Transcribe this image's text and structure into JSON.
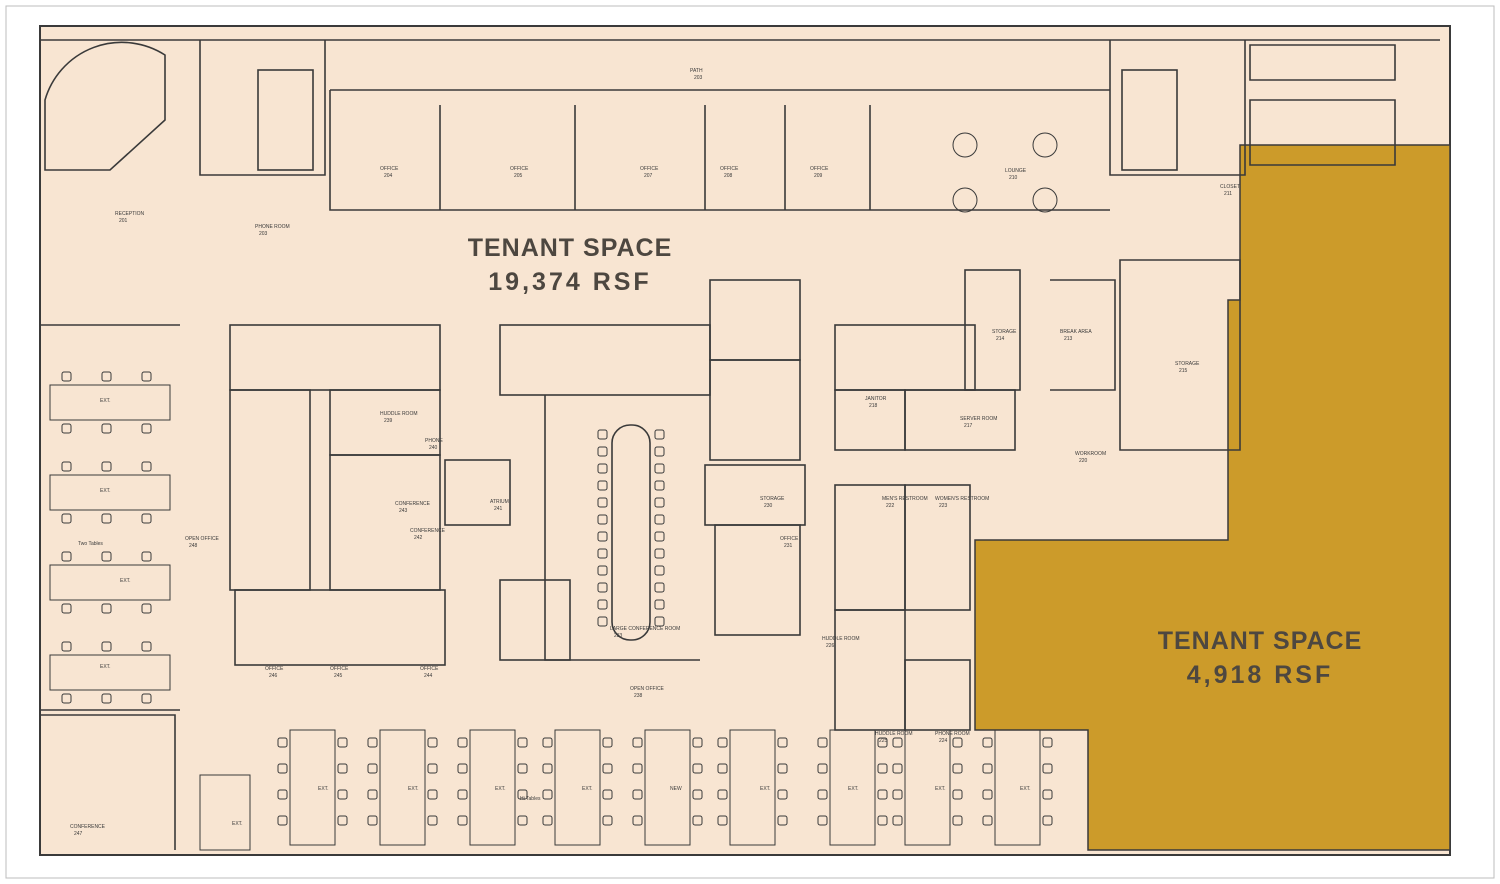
{
  "colors": {
    "floor": "#f8e5d2",
    "highlight": "#cc9b2a",
    "walls": "#3a3a3a",
    "label_text": "#4d4740",
    "background": "#ffffff"
  },
  "tenant_space_1": {
    "title": "TENANT SPACE",
    "area": "19,374 RSF"
  },
  "tenant_space_2": {
    "title": "TENANT SPACE",
    "area": "4,918 RSF"
  },
  "rooms": [
    {
      "id": "reception",
      "name": "RECEPTION",
      "num": "201"
    },
    {
      "id": "phone-room-203",
      "name": "PHONE ROOM",
      "num": "203"
    },
    {
      "id": "path",
      "name": "PATH",
      "num": "203"
    },
    {
      "id": "office-204",
      "name": "OFFICE",
      "num": "204"
    },
    {
      "id": "office-205",
      "name": "OFFICE",
      "num": "205"
    },
    {
      "id": "office-207",
      "name": "OFFICE",
      "num": "207"
    },
    {
      "id": "office-208",
      "name": "OFFICE",
      "num": "208"
    },
    {
      "id": "office-209",
      "name": "OFFICE",
      "num": "209"
    },
    {
      "id": "lounge",
      "name": "LOUNGE",
      "num": "210"
    },
    {
      "id": "closet",
      "name": "CLOSET",
      "num": "211"
    },
    {
      "id": "storage-214",
      "name": "STORAGE",
      "num": "214"
    },
    {
      "id": "break-area",
      "name": "BREAK AREA",
      "num": "213"
    },
    {
      "id": "storage-215",
      "name": "STORAGE",
      "num": "215"
    },
    {
      "id": "server-room",
      "name": "SERVER ROOM",
      "num": "217"
    },
    {
      "id": "janitor",
      "name": "JANITOR",
      "num": "218"
    },
    {
      "id": "workroom",
      "name": "WORKROOM",
      "num": "220"
    },
    {
      "id": "atrium",
      "name": "ATRIUM",
      "num": "241"
    },
    {
      "id": "open-office-248",
      "name": "OPEN OFFICE",
      "num": "248"
    },
    {
      "id": "open-office-238",
      "name": "OPEN OFFICE",
      "num": "238"
    },
    {
      "id": "huddle-room-239",
      "name": "HUDDLE ROOM",
      "num": "239"
    },
    {
      "id": "phone-240",
      "name": "PHONE",
      "num": "240"
    },
    {
      "id": "conference-242",
      "name": "CONFERENCE",
      "num": "242"
    },
    {
      "id": "conference-243",
      "name": "CONFERENCE",
      "num": "243"
    },
    {
      "id": "large-conference",
      "name": "LARGE CONFERENCE ROOM",
      "num": "233"
    },
    {
      "id": "storage-230",
      "name": "STORAGE",
      "num": "230"
    },
    {
      "id": "office-231",
      "name": "OFFICE",
      "num": "231"
    },
    {
      "id": "mens-restroom",
      "name": "MEN'S RESTROOM",
      "num": "222"
    },
    {
      "id": "womens-restroom",
      "name": "WOMEN'S RESTROOM",
      "num": "223"
    },
    {
      "id": "huddle-room-225",
      "name": "HUDDLE ROOM",
      "num": "225"
    },
    {
      "id": "huddle-room-226",
      "name": "HUDDLE ROOM",
      "num": "226"
    },
    {
      "id": "phone-room-224",
      "name": "PHONE ROOM",
      "num": "224"
    },
    {
      "id": "office-244",
      "name": "OFFICE",
      "num": "244"
    },
    {
      "id": "office-245",
      "name": "OFFICE",
      "num": "245"
    },
    {
      "id": "office-246",
      "name": "OFFICE",
      "num": "246"
    },
    {
      "id": "conference-247",
      "name": "CONFERENCE",
      "num": "247"
    }
  ],
  "workstation_labels": {
    "ext": "EXT.",
    "new": "NEW"
  },
  "annotations": {
    "two_tables": "Two Tables",
    "hi_tables": "Hi Tables"
  }
}
